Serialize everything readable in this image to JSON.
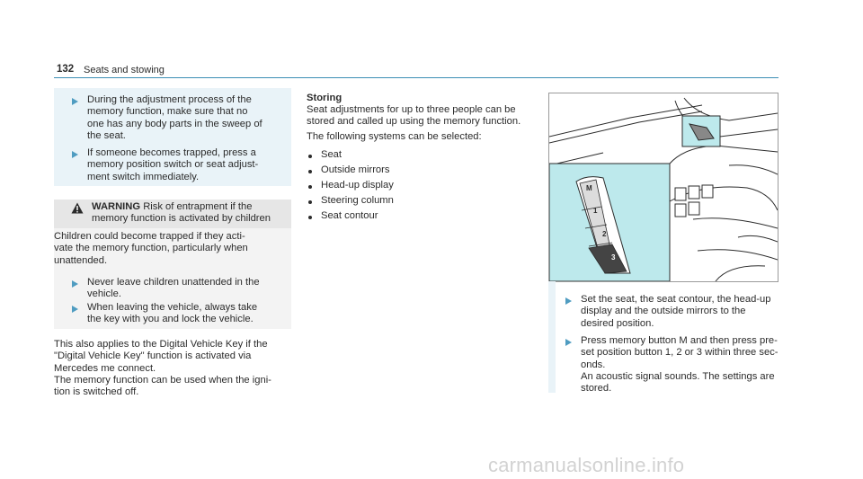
{
  "header": {
    "page_number": "132",
    "title": "Seats and stowing"
  },
  "col1": {
    "steps": [
      {
        "lines": [
          "During the adjustment process of the",
          "memory function, make sure that no",
          "one has any body parts in the sweep of",
          "the seat."
        ]
      },
      {
        "lines": [
          "If someone becomes trapped, press a",
          "memory position switch or seat adjust-",
          "ment switch immediately."
        ]
      }
    ],
    "warning": {
      "label": "WARNING",
      "text_lines": [
        "Risk of entrapment if the",
        "memory function is activated by children"
      ],
      "body_lines": [
        "Children could become trapped if they acti-",
        "vate the memory function, particularly when",
        "unattended."
      ],
      "steps": [
        {
          "lines": [
            "Never leave children unattended in the",
            "vehicle."
          ]
        },
        {
          "lines": [
            "When leaving the vehicle, always take",
            "the key with you and lock the vehicle."
          ]
        }
      ]
    },
    "note_lines": [
      "This also applies to the Digital Vehicle Key if the",
      "\"Digital Vehicle Key\" function is activated via",
      "Mercedes me connect.",
      "The memory function can be used when the igni-",
      "tion is switched off."
    ]
  },
  "col2": {
    "heading": "Storing",
    "intro_lines": [
      "Seat adjustments for up to three people can be",
      "stored and called up using the memory function.",
      "The following systems can be selected:"
    ],
    "systems": [
      "Seat",
      "Outside mirrors",
      "Head-up display",
      "Steering column",
      "Seat contour"
    ]
  },
  "figure": {
    "buttons": [
      "M",
      "1",
      "2",
      "3"
    ],
    "highlight_color": "#bde9ec"
  },
  "col3": {
    "steps": [
      {
        "lines": [
          "Set the seat, the seat contour, the head-up",
          "display and the outside mirrors to the",
          "desired position."
        ]
      },
      {
        "lines": [
          "Press memory button M and then press pre-",
          "set position button 1, 2 or 3 within three sec-",
          "onds.",
          "An acoustic signal sounds. The settings are",
          "stored."
        ]
      }
    ]
  },
  "watermark": "carmanualsonline.info",
  "colors": {
    "accent": "#4f9cc1",
    "panel": "#e9f3f8",
    "warning_header": "#e6e6e6",
    "warning_body": "#f3f3f3"
  },
  "icons": [
    "arrow-icon",
    "warning-icon"
  ]
}
